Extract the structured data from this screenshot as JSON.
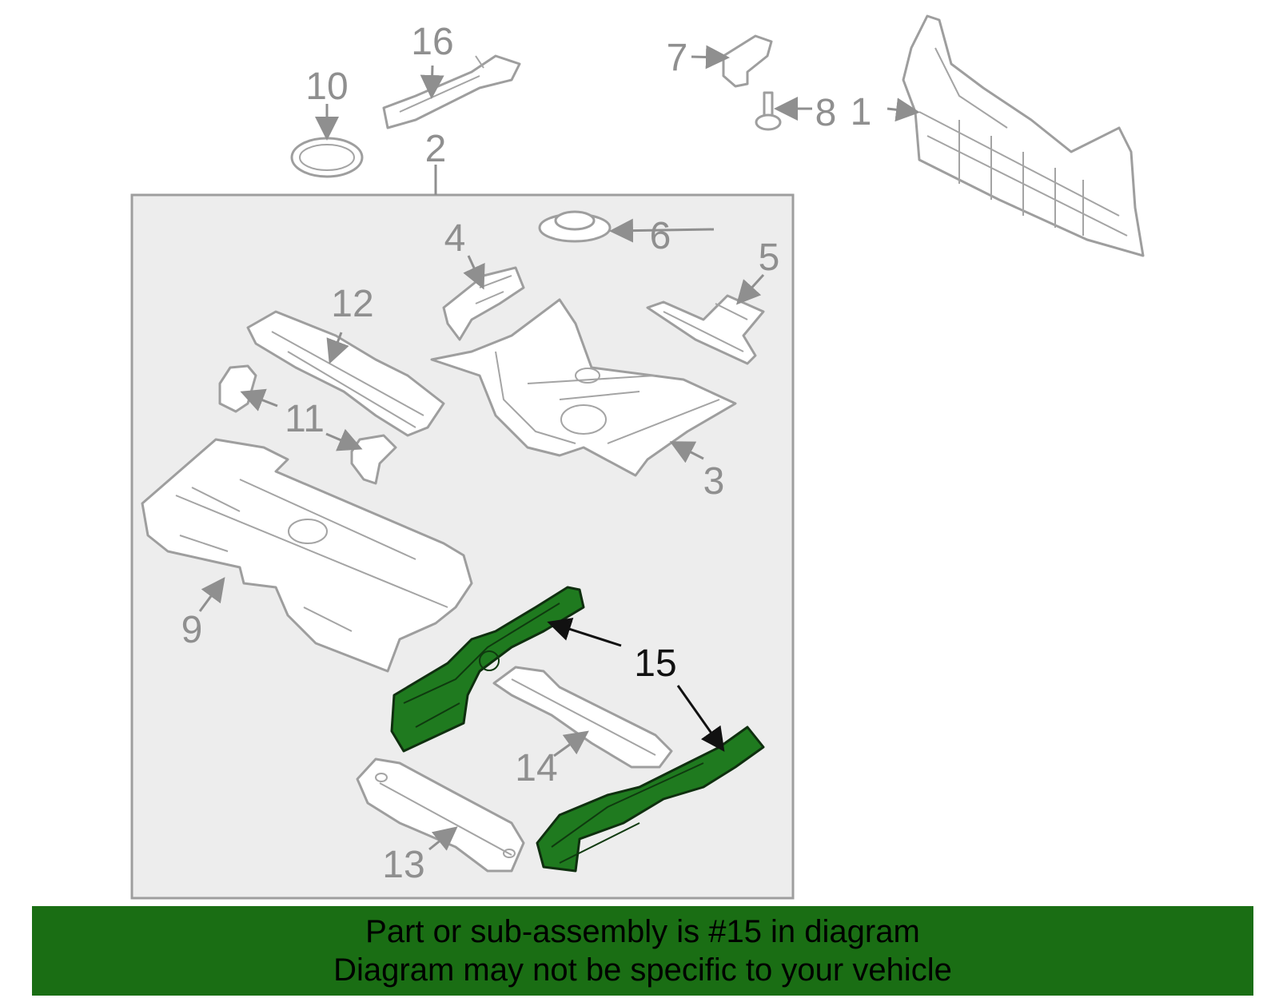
{
  "colors": {
    "accent": "#1a6e14",
    "highlight_part": "#1f7a1f",
    "line_gray": "#9e9e9e",
    "panel_bg": "#ededed"
  },
  "callouts": {
    "p1": "1",
    "p2": "2",
    "p3": "3",
    "p4": "4",
    "p5": "5",
    "p6": "6",
    "p7": "7",
    "p8": "8",
    "p9": "9",
    "p10": "10",
    "p11": "11",
    "p12": "12",
    "p13": "13",
    "p14": "14",
    "p15": "15",
    "p16": "16"
  },
  "banner": {
    "line1": "Part or sub-assembly is #15 in diagram",
    "line2": "Diagram may not be specific to your vehicle"
  }
}
